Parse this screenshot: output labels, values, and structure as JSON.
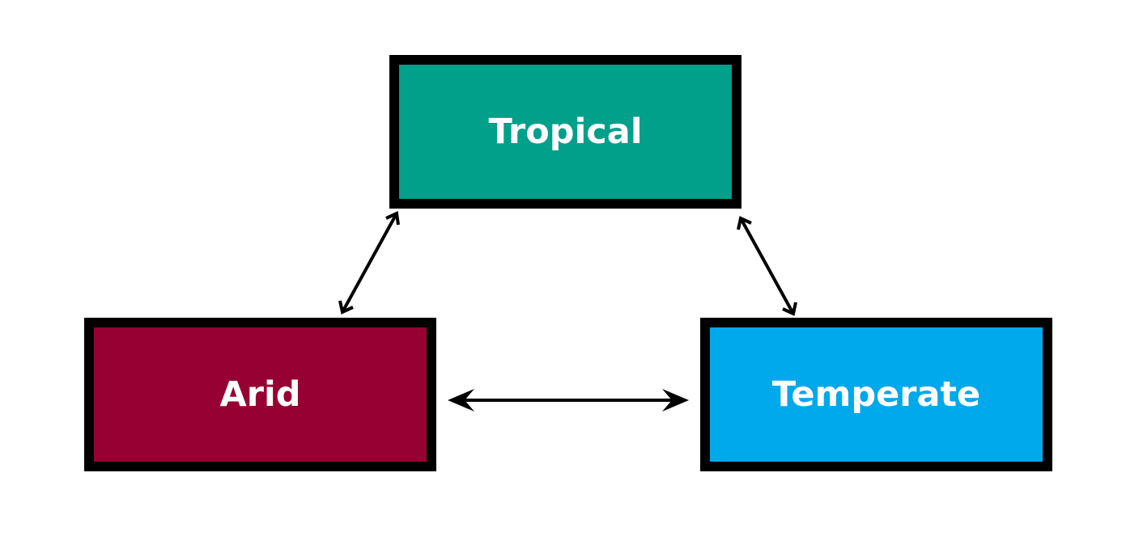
{
  "nodes": {
    "tropical": {
      "label": "Tropical",
      "color": "#00A08A"
    },
    "arid": {
      "label": "Arid",
      "color": "#970032"
    },
    "temperate": {
      "label": "Temperate",
      "color": "#00A9EB"
    }
  },
  "edges": [
    {
      "from": "tropical",
      "to": "arid",
      "direction": "bidirectional"
    },
    {
      "from": "tropical",
      "to": "temperate",
      "direction": "bidirectional"
    },
    {
      "from": "arid",
      "to": "temperate",
      "direction": "bidirectional"
    }
  ],
  "colors": {
    "border": "#000000",
    "arrow": "#000000",
    "text": "#ffffff",
    "background": "#ffffff"
  }
}
